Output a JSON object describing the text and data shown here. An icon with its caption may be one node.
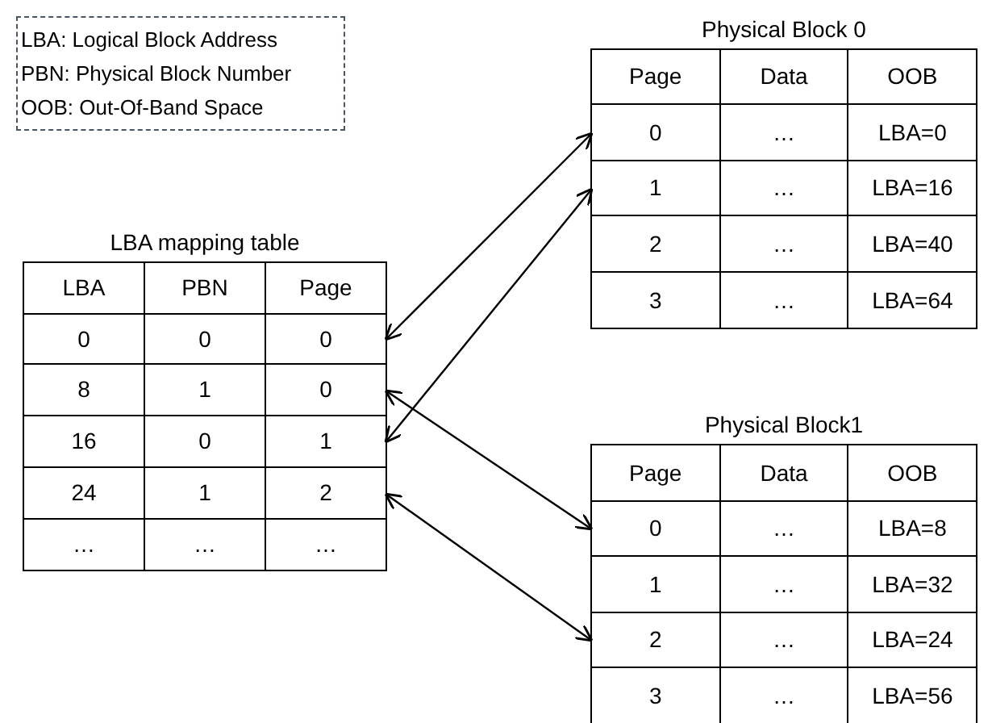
{
  "diagram": {
    "nodes": [
      {
        "text": [
          "LBA: Logical Block Address",
          "PBN: Physical Block Number",
          "OOB: Out-Of-Band Space"
        ]
      },
      {
        "text": [
          "LBA mapping table"
        ]
      },
      {
        "text": [
          "LBA",
          "PBN",
          "Page"
        ],
        "in": 1
      },
      {
        "text": [
          "0",
          "0",
          "0"
        ],
        "in": 1
      },
      {
        "text": [
          "8",
          "1",
          "0"
        ],
        "in": 1
      },
      {
        "text": [
          "16",
          "0",
          "1"
        ],
        "in": 1
      },
      {
        "text": [
          "24",
          "1",
          "2"
        ],
        "in": 1
      },
      {
        "text": [
          "…",
          "…",
          "…"
        ],
        "in": 1
      },
      {
        "text": [
          "Physical Block 0"
        ]
      },
      {
        "text": [
          "Page",
          "Data",
          "OOB"
        ],
        "in": 8
      },
      {
        "text": [
          "0",
          "…",
          "LBA=0"
        ],
        "in": 8
      },
      {
        "text": [
          "1",
          "…",
          "LBA=16"
        ],
        "in": 8
      },
      {
        "text": [
          "2",
          "…",
          "LBA=40"
        ],
        "in": 8
      },
      {
        "text": [
          "3",
          "…",
          "LBA=64"
        ],
        "in": 8
      },
      {
        "text": [
          "Physical Block1"
        ]
      },
      {
        "text": [
          "Page",
          "Data",
          "OOB"
        ],
        "in": 14
      },
      {
        "text": [
          "0",
          "…",
          "LBA=8"
        ],
        "in": 14
      },
      {
        "text": [
          "1",
          "…",
          "LBA=32"
        ],
        "in": 14
      },
      {
        "text": [
          "2",
          "…",
          "LBA=24"
        ],
        "in": 14
      },
      {
        "text": [
          "3",
          "…",
          "LBA=56"
        ],
        "in": 14
      }
    ],
    "edges": [
      {
        "from": 3,
        "to": 10,
        "arrow": "both"
      },
      {
        "from": 5,
        "to": 11,
        "arrow": "both"
      },
      {
        "from": 4,
        "to": 16,
        "arrow": "both"
      },
      {
        "from": 6,
        "to": 18,
        "arrow": "both"
      }
    ]
  }
}
